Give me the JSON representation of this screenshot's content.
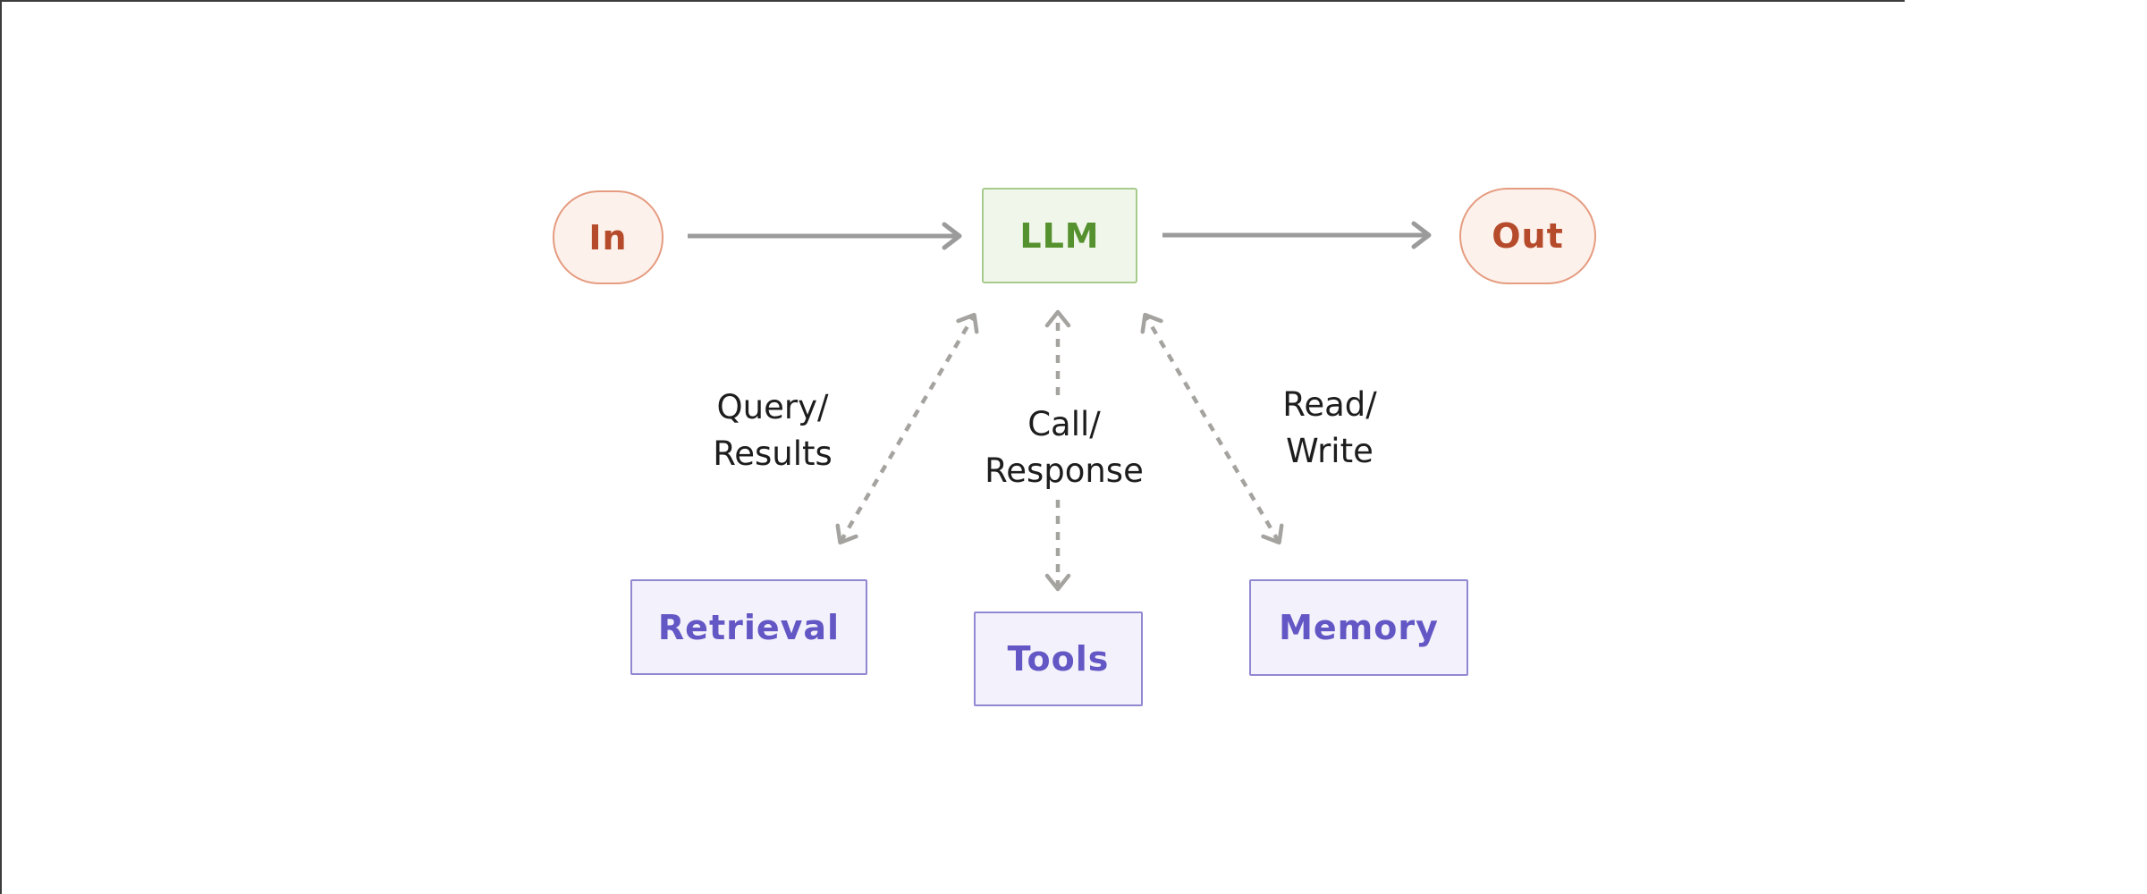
{
  "diagram": {
    "nodes": [
      {
        "id": "in",
        "label": "In",
        "shape": "pill",
        "role": "input"
      },
      {
        "id": "llm",
        "label": "LLM",
        "shape": "rect",
        "role": "model"
      },
      {
        "id": "out",
        "label": "Out",
        "shape": "pill",
        "role": "output"
      },
      {
        "id": "retrieval",
        "label": "Retrieval",
        "shape": "rect",
        "role": "component"
      },
      {
        "id": "tools",
        "label": "Tools",
        "shape": "rect",
        "role": "component"
      },
      {
        "id": "memory",
        "label": "Memory",
        "shape": "rect",
        "role": "component"
      }
    ],
    "edges": [
      {
        "from": "in",
        "to": "llm",
        "style": "solid",
        "direction": "one-way"
      },
      {
        "from": "llm",
        "to": "out",
        "style": "solid",
        "direction": "one-way"
      },
      {
        "from": "llm",
        "to": "retrieval",
        "style": "dashed",
        "direction": "two-way",
        "label": "Query/Results"
      },
      {
        "from": "llm",
        "to": "tools",
        "style": "dashed",
        "direction": "two-way",
        "label": "Call/Response"
      },
      {
        "from": "llm",
        "to": "memory",
        "style": "dashed",
        "direction": "two-way",
        "label": "Read/Write"
      }
    ],
    "edge_labels": {
      "query_results": {
        "line1": "Query/",
        "line2": "Results"
      },
      "call_response": {
        "line1": "Call/",
        "line2": "Response"
      },
      "read_write": {
        "line1": "Read/",
        "line2": "Write"
      }
    },
    "colors": {
      "io_border": "#e59c80",
      "io_fill": "#fdf1ec",
      "io_text": "#b54b2a",
      "llm_border": "#a6cb8c",
      "llm_fill": "#f0f7ea",
      "llm_text": "#55912e",
      "component_border": "#9188d2",
      "component_fill": "#f3f1fb",
      "component_text": "#6356c5",
      "arrow_solid": "#9b9b9b",
      "arrow_dashed": "#a5a39f",
      "label_text": "#1d1d1d",
      "frame_border": "#3d3d3d",
      "background": "#ffffff"
    }
  }
}
